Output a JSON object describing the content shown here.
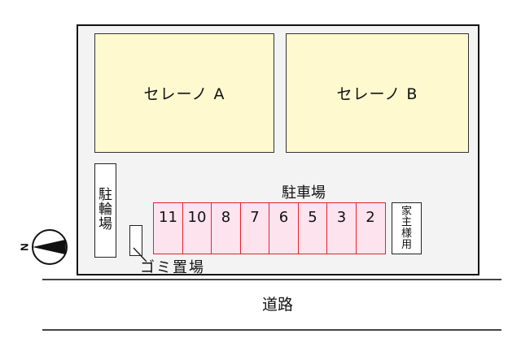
{
  "site_plan": {
    "buildings": [
      {
        "label": "セレーノ A",
        "fill": "#fef9cf"
      },
      {
        "label": "セレーノ B",
        "fill": "#fef9cf"
      }
    ],
    "bicycle_parking": {
      "label_chars": [
        "駐",
        "輪",
        "場"
      ],
      "label": "駐輪場"
    },
    "parking": {
      "label": "駐車場",
      "fill": "#fde3ee",
      "border": "#e8202b",
      "spaces": [
        "11",
        "10",
        "8",
        "7",
        "6",
        "5",
        "3",
        "2"
      ],
      "owner_space": {
        "label_chars": [
          "家",
          "主",
          "様",
          "用"
        ],
        "label": "家主様用"
      }
    },
    "garbage": {
      "label": "ゴミ置場"
    },
    "road": {
      "label": "道路"
    },
    "compass": {
      "direction_label": "N",
      "orientation": "north-left"
    },
    "colors": {
      "lot_fill": "#f3f3f3",
      "outline": "#111111"
    }
  }
}
